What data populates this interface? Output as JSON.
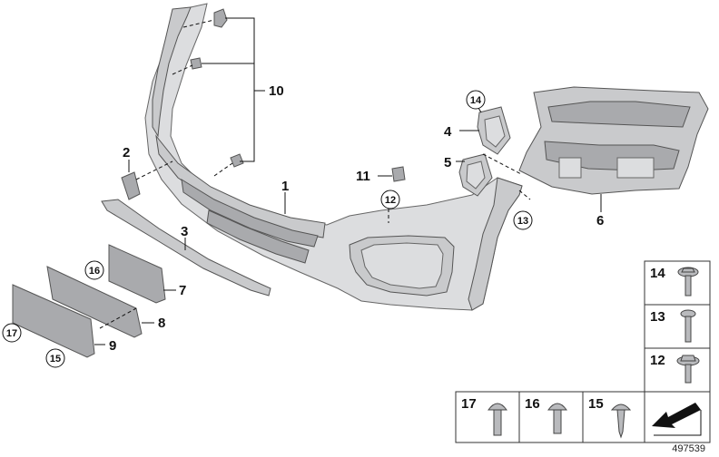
{
  "callouts": {
    "p1": "1",
    "p2": "2",
    "p3": "3",
    "p4": "4",
    "p5": "5",
    "p6": "6",
    "p7": "7",
    "p8": "8",
    "p9": "9",
    "p10": "10",
    "p11": "11",
    "c12": "12",
    "c13": "13",
    "c14": "14",
    "c15": "15",
    "c16": "16",
    "c17": "17"
  },
  "legend": {
    "l14": "14",
    "l13": "13",
    "l12": "12",
    "l17": "17",
    "l16": "16",
    "l15": "15"
  },
  "diagram_ref": "497539"
}
